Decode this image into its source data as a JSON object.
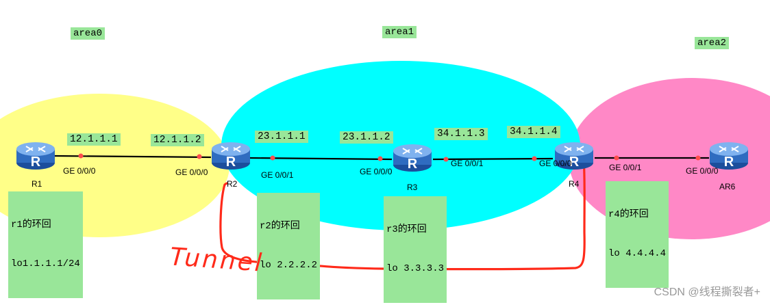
{
  "colors": {
    "area0_fill": "#ffff88",
    "area1_fill": "#00ffff",
    "area2_fill": "#ff88c6",
    "link": "#000000",
    "port_dot": "#ff4d4d",
    "tunnel": "#ff2a1a",
    "label_bg": "#99e699",
    "router_body": "#3a7bd5"
  },
  "areas": {
    "area0": "area0",
    "area1": "area1",
    "area2": "area2"
  },
  "routers": {
    "r1": {
      "name": "R1",
      "icon": "router-icon"
    },
    "r2": {
      "name": "R2",
      "icon": "router-icon"
    },
    "r3": {
      "name": "R3",
      "icon": "router-icon"
    },
    "r4": {
      "name": "R4",
      "icon": "router-icon"
    },
    "ar6": {
      "name": "AR6",
      "icon": "router-icon"
    }
  },
  "ips": {
    "r1_r2_r1": "12.1.1.1",
    "r1_r2_r2": "12.1.1.2",
    "r2_r3_r2": "23.1.1.1",
    "r2_r3_r3": "23.1.1.2",
    "r3_r4_r3": "34.1.1.3",
    "r3_r4_r4": "34.1.1.4"
  },
  "ports": {
    "r1_ge000": "GE 0/0/0",
    "r2_ge000": "GE 0/0/0",
    "r2_ge001": "GE 0/0/1",
    "r3_ge000": "GE 0/0/0",
    "r3_ge001": "GE 0/0/1",
    "r4_ge000": "GE 0/0/0",
    "r4_ge001": "GE 0/0/1",
    "ar6_ge000": "GE 0/0/0"
  },
  "loopbacks": {
    "r1": {
      "title": "r1的环回",
      "addr": "lo1.1.1.1/24"
    },
    "r2": {
      "title": "r2的环回",
      "addr": "lo 2.2.2.2"
    },
    "r3": {
      "title": "r3的环回",
      "addr": "lo 3.3.3.3"
    },
    "r4": {
      "title": "r4的环回",
      "addr": "lo 4.4.4.4"
    }
  },
  "tunnel": {
    "label": "Tunnel"
  },
  "watermark": "CSDN @线程撕裂者+"
}
